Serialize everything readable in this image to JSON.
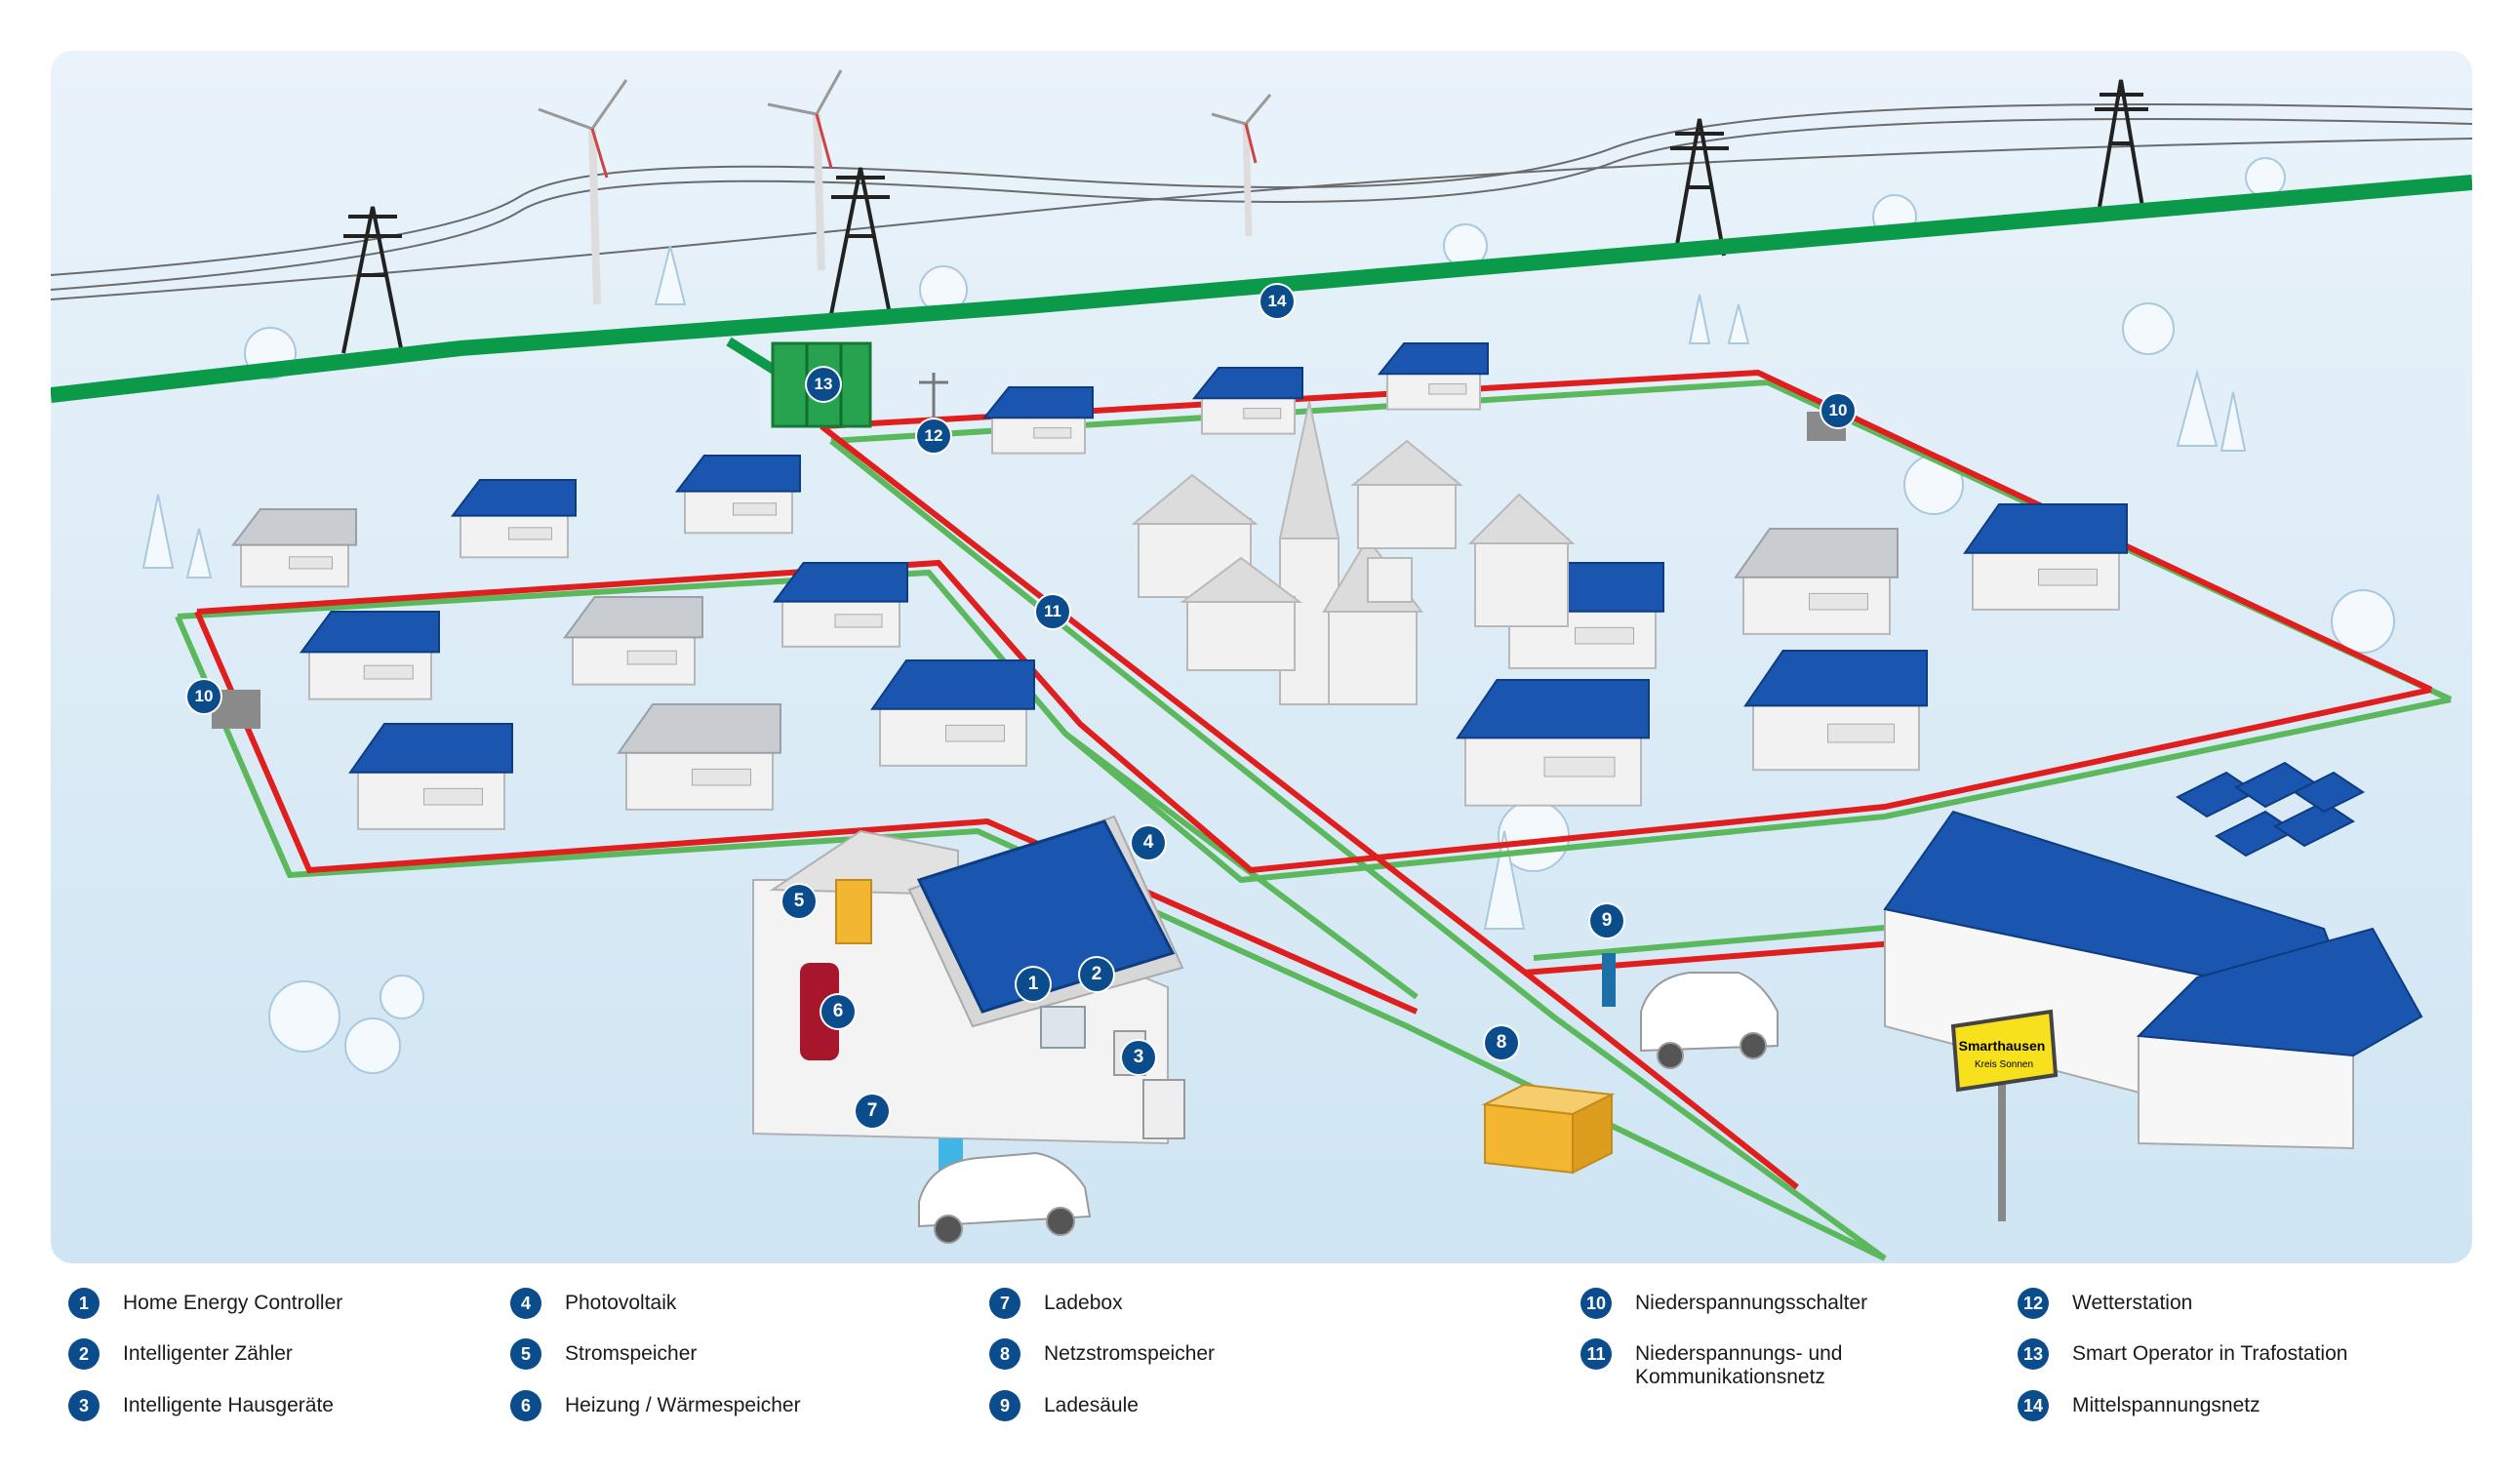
{
  "scene": {
    "sign": {
      "title": "Smarthausen",
      "subtitle": "Kreis Sonnen"
    },
    "markers": [
      {
        "num": "1"
      },
      {
        "num": "2"
      },
      {
        "num": "3"
      },
      {
        "num": "4"
      },
      {
        "num": "5"
      },
      {
        "num": "6"
      },
      {
        "num": "7"
      },
      {
        "num": "8"
      },
      {
        "num": "9"
      },
      {
        "num": "10"
      },
      {
        "num": "10"
      },
      {
        "num": "11"
      },
      {
        "num": "12"
      },
      {
        "num": "13"
      },
      {
        "num": "14"
      }
    ],
    "colors": {
      "medium_voltage_line": "#0a9a4a",
      "low_voltage_red": "#e01e1e",
      "low_voltage_green": "#5cb85c",
      "solar_panel": "#1a56b0",
      "badge": "#0b4c8c",
      "background_top": "#e4f0f8",
      "background_bottom": "#cfe6f4"
    }
  },
  "legend": [
    {
      "num": "1",
      "label": "Home Energy Controller"
    },
    {
      "num": "2",
      "label": "Intelligenter Zähler"
    },
    {
      "num": "3",
      "label": "Intelligente Hausgeräte"
    },
    {
      "num": "4",
      "label": "Photovoltaik"
    },
    {
      "num": "5",
      "label": "Stromspeicher"
    },
    {
      "num": "6",
      "label": "Heizung / Wärmespeicher"
    },
    {
      "num": "7",
      "label": "Ladebox"
    },
    {
      "num": "8",
      "label": "Netzstromspeicher"
    },
    {
      "num": "9",
      "label": "Ladesäule"
    },
    {
      "num": "10",
      "label": "Niederspannungsschalter"
    },
    {
      "num": "11",
      "label": "Niederspannungs- und\nKommunikationsnetz"
    },
    {
      "num": "12",
      "label": "Wetterstation"
    },
    {
      "num": "13",
      "label": "Smart Operator in Trafostation"
    },
    {
      "num": "14",
      "label": "Mittelspannungsnetz"
    }
  ]
}
